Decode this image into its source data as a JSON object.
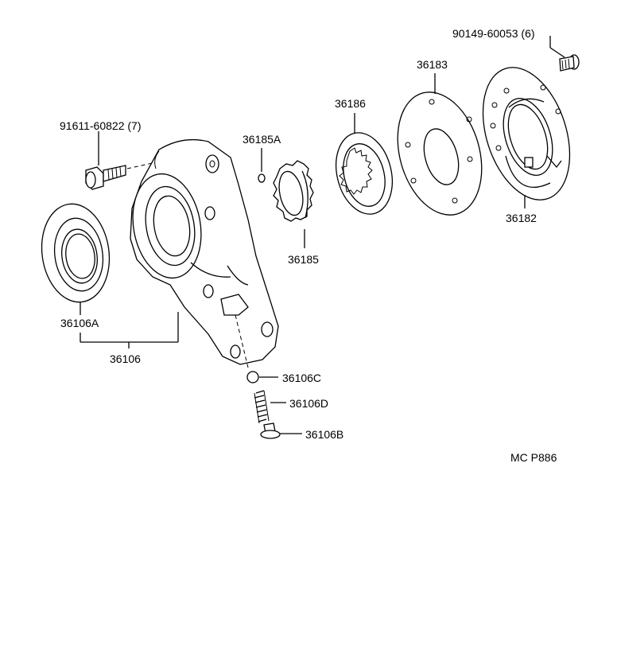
{
  "labels": {
    "p90149": "90149-60053 (6)",
    "p36183": "36183",
    "p36186": "36186",
    "p36185A": "36185A",
    "p91611": "91611-60822 (7)",
    "p36182": "36182",
    "p36185": "36185",
    "p36106A": "36106A",
    "p36106": "36106",
    "p36106C": "36106C",
    "p36106D": "36106D",
    "p36106B": "36106B",
    "code": "MC P886"
  }
}
